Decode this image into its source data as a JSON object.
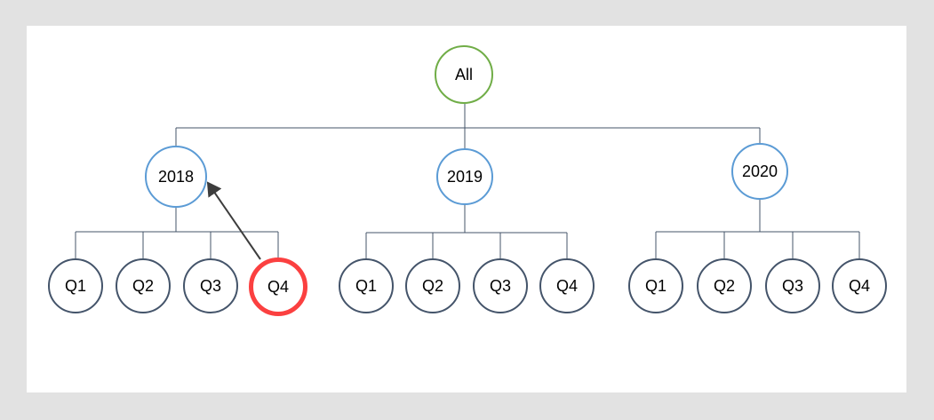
{
  "page": {
    "background_color": "#e2e2e2",
    "canvas_color": "#ffffff"
  },
  "colors": {
    "root_circle": "#70ad47",
    "year_circle": "#5b9bd5",
    "quarter_circle": "#44546a",
    "highlight_circle": "#fb4040",
    "connector_line": "#44546a",
    "arrow_line": "#3d3d3d",
    "text": "#000000"
  },
  "diagram": {
    "type": "hierarchy-tree",
    "root": {
      "label": "All"
    },
    "years": [
      {
        "label": "2018",
        "quarters": [
          {
            "label": "Q1",
            "highlighted": false
          },
          {
            "label": "Q2",
            "highlighted": false
          },
          {
            "label": "Q3",
            "highlighted": false
          },
          {
            "label": "Q4",
            "highlighted": true
          }
        ]
      },
      {
        "label": "2019",
        "quarters": [
          {
            "label": "Q1",
            "highlighted": false
          },
          {
            "label": "Q2",
            "highlighted": false
          },
          {
            "label": "Q3",
            "highlighted": false
          },
          {
            "label": "Q4",
            "highlighted": false
          }
        ]
      },
      {
        "label": "2020",
        "quarters": [
          {
            "label": "Q1",
            "highlighted": false
          },
          {
            "label": "Q2",
            "highlighted": false
          },
          {
            "label": "Q3",
            "highlighted": false
          },
          {
            "label": "Q4",
            "highlighted": false
          }
        ]
      }
    ],
    "annotation_arrow": {
      "from": "2018 Q4 (highlighted node)",
      "to": "2018 (year node)"
    }
  }
}
